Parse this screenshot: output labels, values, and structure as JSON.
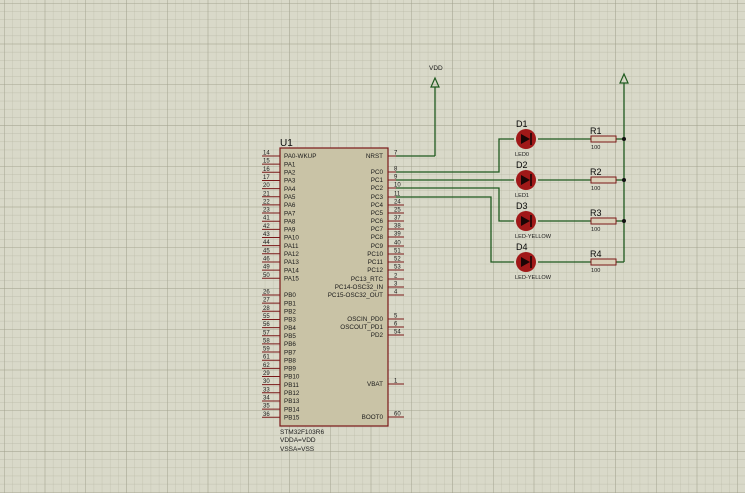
{
  "mcu": {
    "ref": "U1",
    "part": "STM32F103R6",
    "notes": [
      "VDDA=VDD",
      "VSSA=VSS"
    ],
    "left_pins": [
      {
        "num": "14",
        "name": "PA0-WKUP"
      },
      {
        "num": "15",
        "name": "PA1"
      },
      {
        "num": "16",
        "name": "PA2"
      },
      {
        "num": "17",
        "name": "PA3"
      },
      {
        "num": "20",
        "name": "PA4"
      },
      {
        "num": "21",
        "name": "PA5"
      },
      {
        "num": "22",
        "name": "PA6"
      },
      {
        "num": "23",
        "name": "PA7"
      },
      {
        "num": "41",
        "name": "PA8"
      },
      {
        "num": "42",
        "name": "PA9"
      },
      {
        "num": "43",
        "name": "PA10"
      },
      {
        "num": "44",
        "name": "PA11"
      },
      {
        "num": "45",
        "name": "PA12"
      },
      {
        "num": "46",
        "name": "PA13"
      },
      {
        "num": "49",
        "name": "PA14"
      },
      {
        "num": "50",
        "name": "PA15"
      },
      {
        "num": "26",
        "name": "PB0"
      },
      {
        "num": "27",
        "name": "PB1"
      },
      {
        "num": "28",
        "name": "PB2"
      },
      {
        "num": "55",
        "name": "PB3"
      },
      {
        "num": "56",
        "name": "PB4"
      },
      {
        "num": "57",
        "name": "PB5"
      },
      {
        "num": "58",
        "name": "PB6"
      },
      {
        "num": "59",
        "name": "PB7"
      },
      {
        "num": "61",
        "name": "PB8"
      },
      {
        "num": "62",
        "name": "PB9"
      },
      {
        "num": "29",
        "name": "PB10"
      },
      {
        "num": "30",
        "name": "PB11"
      },
      {
        "num": "33",
        "name": "PB12"
      },
      {
        "num": "34",
        "name": "PB13"
      },
      {
        "num": "35",
        "name": "PB14"
      },
      {
        "num": "36",
        "name": "PB15"
      }
    ],
    "right_pins": [
      {
        "num": "7",
        "name": "NRST"
      },
      {
        "num": "8",
        "name": "PC0"
      },
      {
        "num": "9",
        "name": "PC1"
      },
      {
        "num": "10",
        "name": "PC2"
      },
      {
        "num": "11",
        "name": "PC3"
      },
      {
        "num": "24",
        "name": "PC4"
      },
      {
        "num": "25",
        "name": "PC5"
      },
      {
        "num": "37",
        "name": "PC6"
      },
      {
        "num": "38",
        "name": "PC7"
      },
      {
        "num": "39",
        "name": "PC8"
      },
      {
        "num": "40",
        "name": "PC9"
      },
      {
        "num": "51",
        "name": "PC10"
      },
      {
        "num": "52",
        "name": "PC11"
      },
      {
        "num": "53",
        "name": "PC12"
      },
      {
        "num": "2",
        "name": "PC13_RTC"
      },
      {
        "num": "3",
        "name": "PC14-OSC32_IN"
      },
      {
        "num": "4",
        "name": "PC15-OSC32_OUT"
      },
      {
        "num": "5",
        "name": "OSCIN_PD0"
      },
      {
        "num": "6",
        "name": "OSCOUT_PD1"
      },
      {
        "num": "54",
        "name": "PD2"
      },
      {
        "num": "1",
        "name": "VBAT"
      },
      {
        "num": "60",
        "name": "BOOT0"
      }
    ]
  },
  "power": {
    "vdd_label": "VDD"
  },
  "leds": [
    {
      "ref": "D1",
      "type": "LED0"
    },
    {
      "ref": "D2",
      "type": "LED1"
    },
    {
      "ref": "D3",
      "type": "LED-YELLOW"
    },
    {
      "ref": "D4",
      "type": "LED-YELLOW"
    }
  ],
  "resistors": [
    {
      "ref": "R1",
      "value": "100"
    },
    {
      "ref": "R2",
      "value": "100"
    },
    {
      "ref": "R3",
      "value": "100"
    },
    {
      "ref": "R4",
      "value": "100"
    }
  ]
}
